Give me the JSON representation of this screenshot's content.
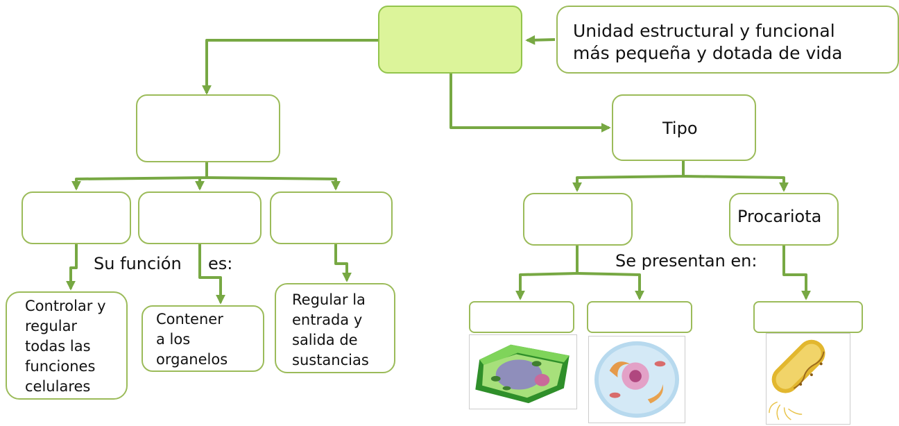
{
  "definition": {
    "line1": "Unidad estructural y funcional",
    "line2": "más pequeña y dotada de vida"
  },
  "type_label": "Tipo",
  "prokaryote_label": "Procariota",
  "function_label_left": "Su función",
  "function_label_right": "es:",
  "present_in_label": "Se presentan en:",
  "functions": [
    {
      "lines": [
        "Controlar y",
        "regular",
        "todas las",
        "funciones",
        "celulares"
      ]
    },
    {
      "lines": [
        "Contener",
        "a los",
        "organelos"
      ]
    },
    {
      "lines": [
        "Regular la",
        "entrada y",
        "salida de",
        "sustancias"
      ]
    }
  ],
  "images": [
    {
      "icon": "plant-cell-icon"
    },
    {
      "icon": "animal-cell-icon"
    },
    {
      "icon": "bacterium-icon"
    }
  ],
  "colors": {
    "line": "#77a843",
    "box_border": "#9bbb59",
    "root_fill": "#dcf49a"
  }
}
